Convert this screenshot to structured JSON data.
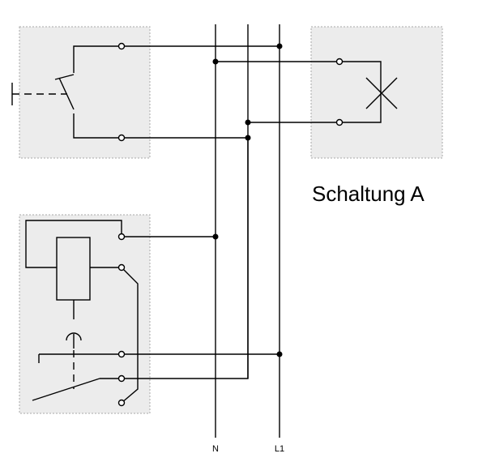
{
  "title": "Schaltung A",
  "bus_labels": {
    "neutral": "N",
    "phase": "L1"
  }
}
